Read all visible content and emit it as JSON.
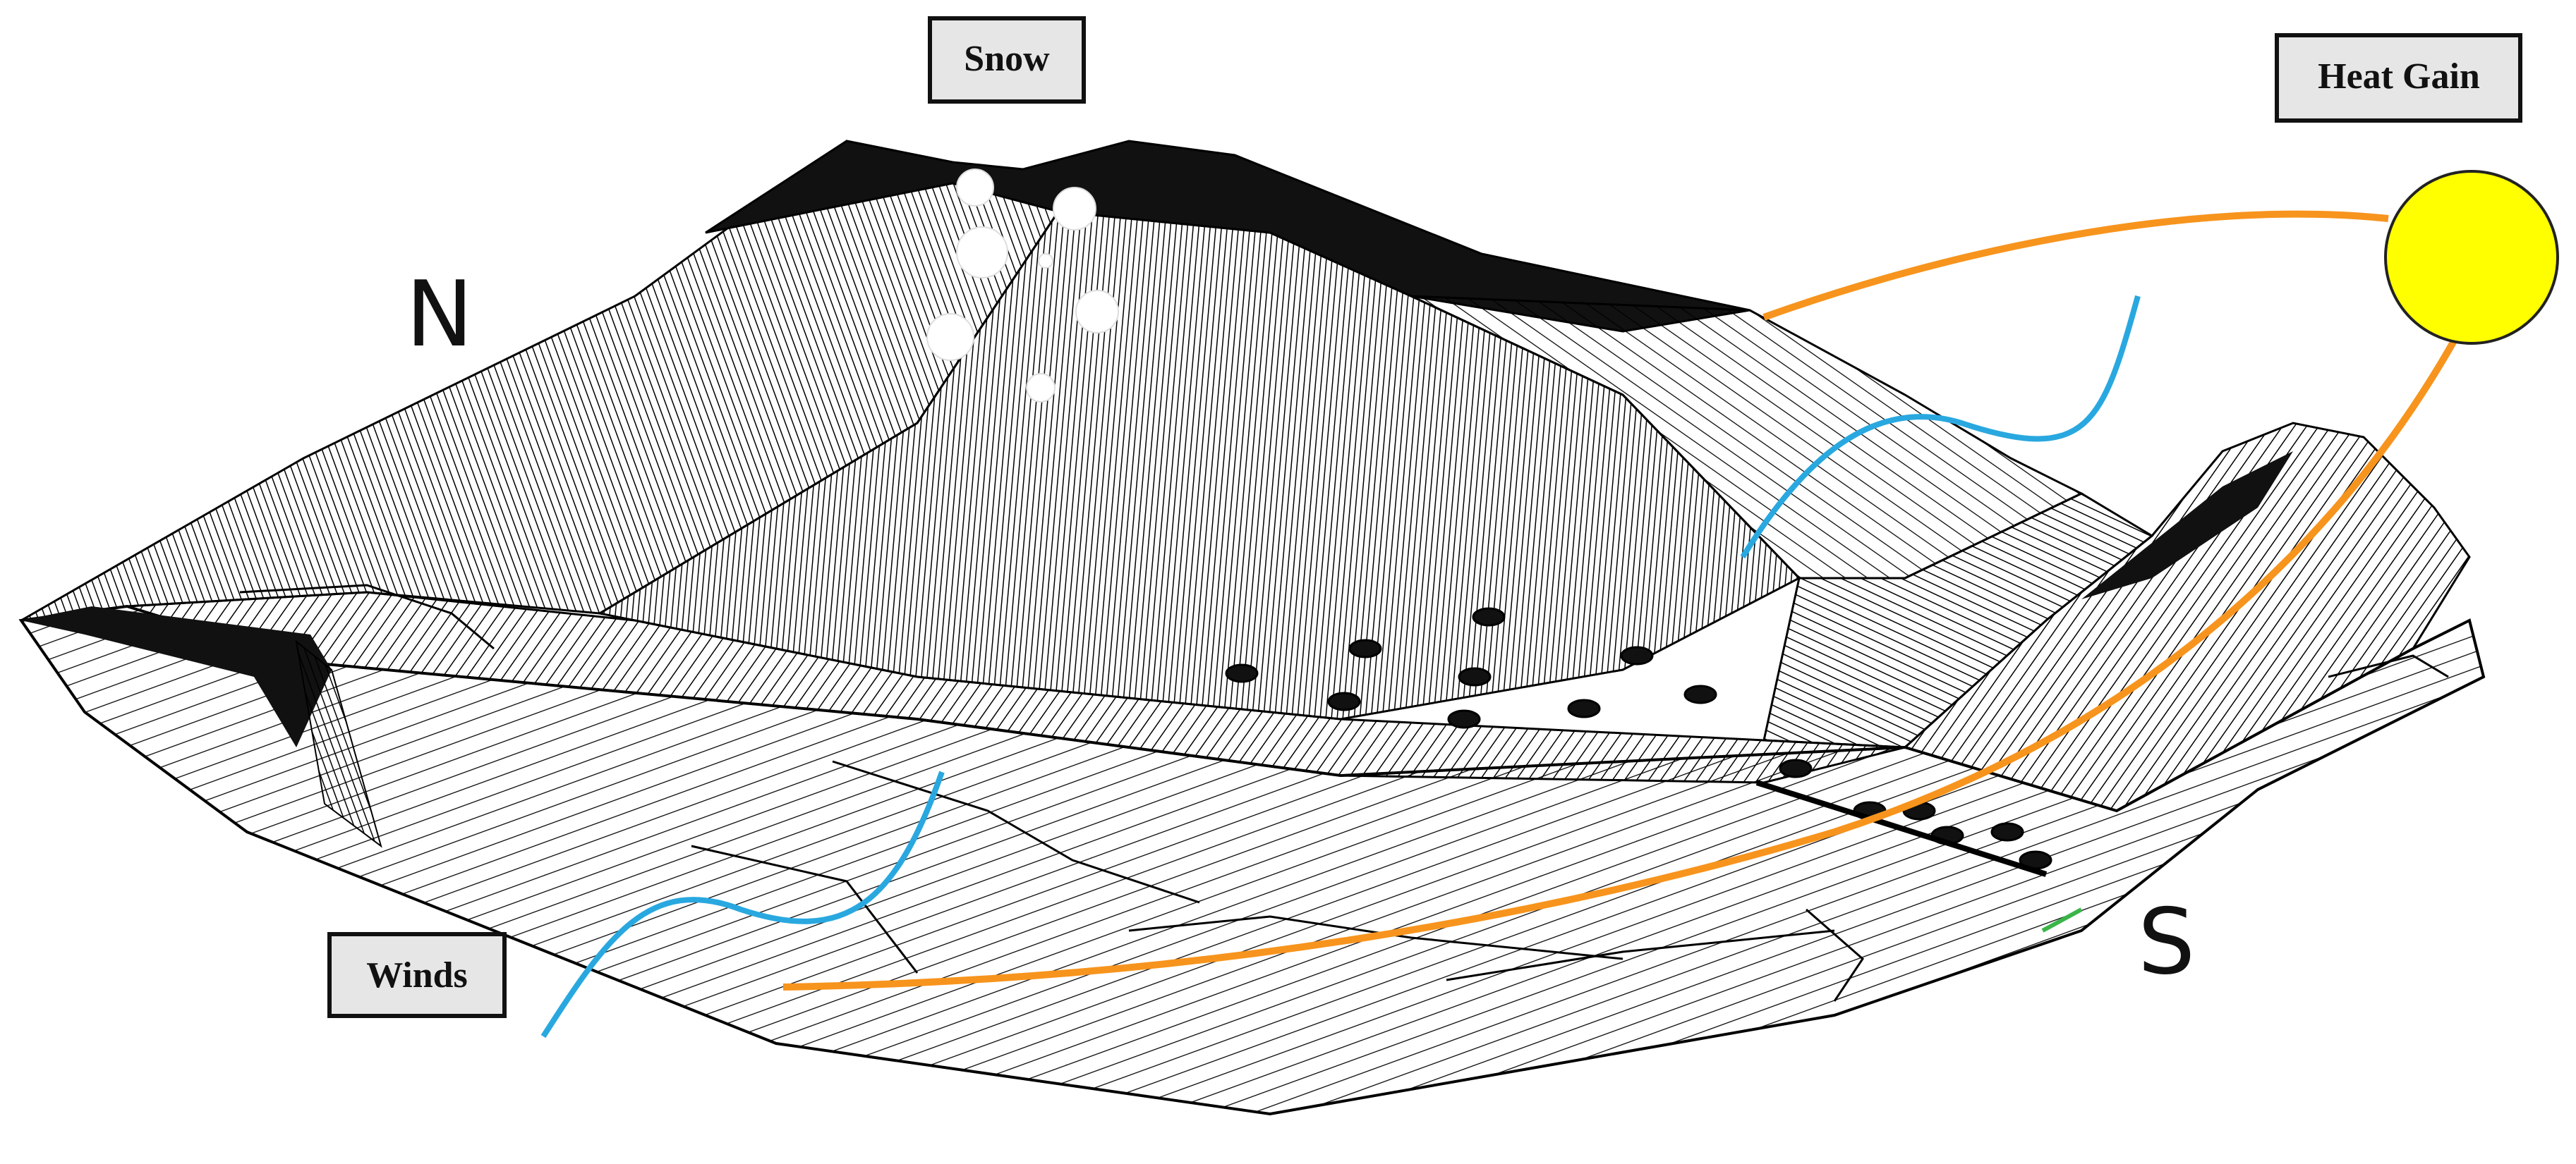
{
  "labels": {
    "snow": "Snow",
    "heat_gain": "Heat Gain",
    "winds": "Winds",
    "north": "N",
    "south": "S"
  },
  "colors": {
    "sun": "#ffff00",
    "sun_path": "#f7941d",
    "wind": "#29a8e0",
    "terrain": "#000000",
    "label_bg": "#e6e6e6",
    "marker": "#3bb54a"
  }
}
